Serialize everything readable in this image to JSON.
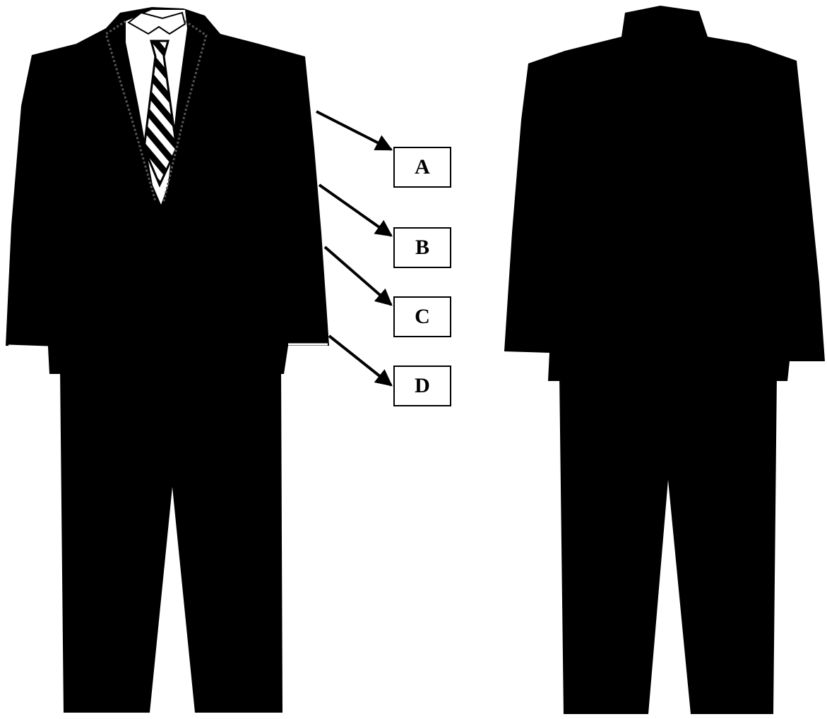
{
  "diagram": {
    "labels": [
      {
        "id": "a",
        "text": "A"
      },
      {
        "id": "b",
        "text": "B"
      },
      {
        "id": "c",
        "text": "C"
      },
      {
        "id": "d",
        "text": "D"
      }
    ]
  },
  "colors": {
    "suit": "#000000",
    "shirt": "#ffffff",
    "background": "#ffffff",
    "label_border": "#000000"
  }
}
